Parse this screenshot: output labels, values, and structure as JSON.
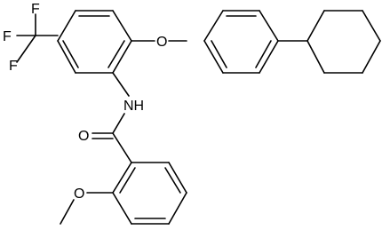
{
  "structure": {
    "labels": {
      "fluorine_1": "F",
      "fluorine_2": "F",
      "fluorine_3": "F",
      "ether_oxygen": "O",
      "amide_nitrogen": "NH",
      "carbonyl_oxygen": "O",
      "methoxy_oxygen": "O"
    },
    "colors": {
      "bond": "#000000",
      "text": "#000000",
      "background": "#ffffff"
    }
  }
}
